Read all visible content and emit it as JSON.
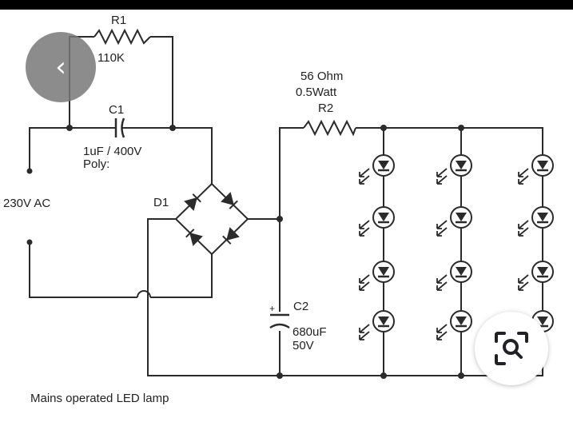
{
  "diagram": {
    "labels": {
      "r1_name": "R1",
      "r1_value": "110K",
      "c1_name": "C1",
      "c1_value": "1uF / 400V",
      "c1_type": "Poly:",
      "r2_value_1": "56 Ohm",
      "r2_value_2": "0.5Watt",
      "r2_name": "R2",
      "input": "230V AC",
      "d1_name": "D1",
      "c2_name": "C2",
      "c2_value_1": "680uF",
      "c2_value_2": "50V",
      "caption": "Mains operated LED  lamp"
    },
    "led_columns": 3,
    "leds_per_column": 4
  },
  "overlay": {
    "back_icon": "chevron-left-icon",
    "lens_icon": "image-search-icon"
  }
}
